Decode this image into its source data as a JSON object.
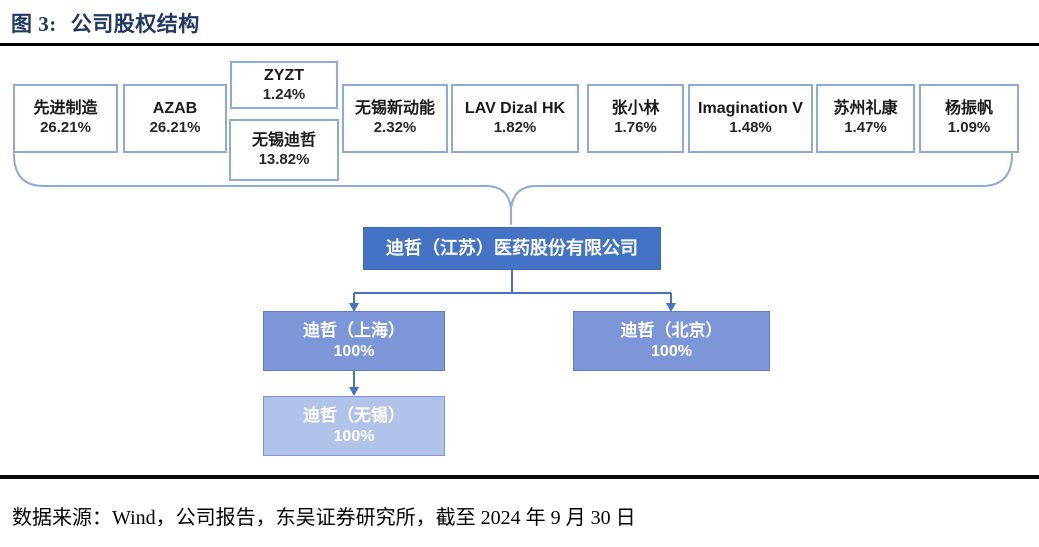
{
  "header": {
    "figure_label": "图 3:",
    "figure_title": "公司股权结构"
  },
  "diagram": {
    "shareholders": [
      {
        "name": "先进制造",
        "pct": "26.21%"
      },
      {
        "name": "AZAB",
        "pct": "26.21%"
      },
      {
        "name": "ZYZT",
        "pct": "1.24%"
      },
      {
        "name": "无锡迪哲",
        "pct": "13.82%"
      },
      {
        "name": "无锡新动能",
        "pct": "2.32%"
      },
      {
        "name": "LAV Dizal HK",
        "pct": "1.82%"
      },
      {
        "name": "张小林",
        "pct": "1.76%"
      },
      {
        "name": "Imagination V",
        "pct": "1.48%"
      },
      {
        "name": "苏州礼康",
        "pct": "1.47%"
      },
      {
        "name": "杨振帆",
        "pct": "1.09%"
      }
    ],
    "parent_company": {
      "name": "迪哲（江苏）医药股份有限公司"
    },
    "subsidiaries": [
      {
        "name": "迪哲（上海）",
        "pct": "100%",
        "parent": "迪哲（江苏）医药股份有限公司"
      },
      {
        "name": "迪哲（北京）",
        "pct": "100%",
        "parent": "迪哲（江苏）医药股份有限公司"
      },
      {
        "name": "迪哲（无锡）",
        "pct": "100%",
        "parent": "迪哲（上海）"
      }
    ]
  },
  "footer": {
    "source_note": "数据来源：Wind，公司报告，东吴证券研究所，截至 2024 年 9 月 30 日"
  },
  "colors": {
    "title_text": "#1F3864",
    "holder_box_border": "#8EA9DB",
    "brace": "#8EA9DB",
    "parent_box_fill": "#4472C4",
    "subsidiary_box_fill": "#7D96D8",
    "subsidiary_light_box_fill": "#B1C3E8",
    "connector": "#4472C4",
    "text_on_blue": "#FFFFFF",
    "rule": "#000000"
  }
}
